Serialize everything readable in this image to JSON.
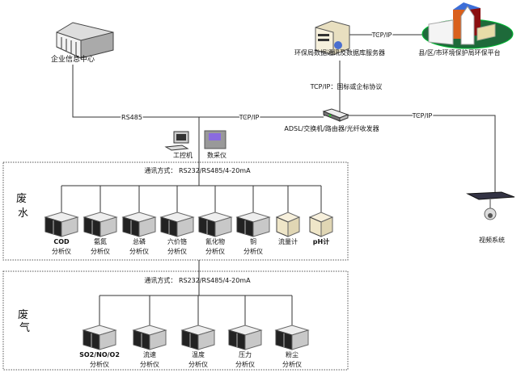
{
  "top": {
    "enterprise_center": "企业信息中心",
    "server": "环保局数据通讯及数据库服务器",
    "platform": "县/区/市环境保护局环保平台",
    "link_server_platform": "TCP/IP",
    "link_server_router": "TCP/IP：国标或企标协议",
    "link_rs485": "RS485",
    "link_left_tcp": "TCP/IP",
    "link_right_tcp": "TCP/IP",
    "router": "ADSL/交换机/路由器/光纤收发器",
    "ipc": "工控机",
    "dau": "数采仪",
    "video": "视频系统"
  },
  "wastewater": {
    "title_1": "废",
    "title_2": "水",
    "comm": "通讯方式：  RS232/RS485/4-20mA",
    "devices": [
      {
        "l1": "COD",
        "l2": "分析仪",
        "kind": "analyzer"
      },
      {
        "l1": "氨氮",
        "l2": "分析仪",
        "kind": "analyzer"
      },
      {
        "l1": "总磷",
        "l2": "分析仪",
        "kind": "analyzer"
      },
      {
        "l1": "六价铬",
        "l2": "分析仪",
        "kind": "analyzer"
      },
      {
        "l1": "氰化物",
        "l2": "分析仪",
        "kind": "analyzer"
      },
      {
        "l1": "铜",
        "l2": "分析仪",
        "kind": "analyzer"
      },
      {
        "l1": "流量计",
        "l2": "",
        "kind": "meter"
      },
      {
        "l1": "pH计",
        "l2": "",
        "kind": "meter"
      }
    ]
  },
  "gas": {
    "title_1": "废",
    "title_2": "气",
    "comm": "通讯方式：  RS232/RS485/4-20mA",
    "devices": [
      {
        "l1": "SO2/NO/O2",
        "l2": "分析仪",
        "kind": "analyzer"
      },
      {
        "l1": "流速",
        "l2": "分析仪",
        "kind": "analyzer"
      },
      {
        "l1": "温度",
        "l2": "分析仪",
        "kind": "analyzer"
      },
      {
        "l1": "压力",
        "l2": "分析仪",
        "kind": "analyzer"
      },
      {
        "l1": "粉尘",
        "l2": "分析仪",
        "kind": "analyzer"
      }
    ]
  }
}
